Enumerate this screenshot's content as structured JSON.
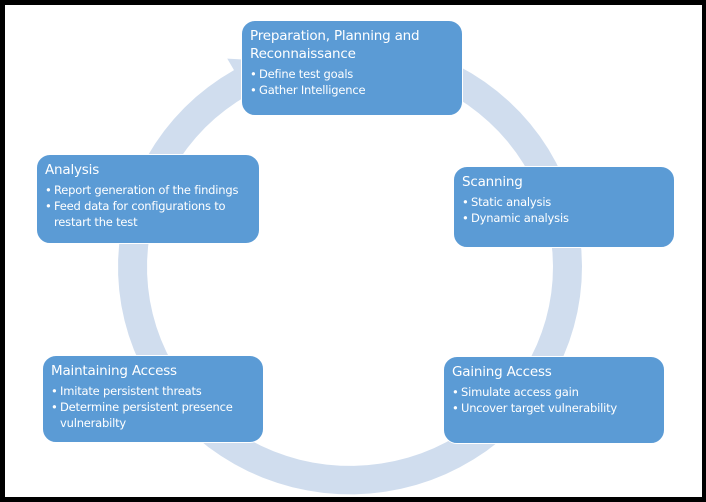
{
  "diagram": {
    "type": "cycle",
    "colors": {
      "node_fill": "#5b9bd5",
      "node_text": "#ffffff",
      "arrow": "#d0ddee",
      "background": "#ffffff",
      "frame": "#000000"
    },
    "nodes": [
      {
        "id": "preparation",
        "title": "Preparation, Planning and Reconnaissance",
        "items": [
          "Define test goals",
          "Gather Intelligence"
        ]
      },
      {
        "id": "scanning",
        "title": "Scanning",
        "items": [
          "Static analysis",
          "Dynamic analysis"
        ]
      },
      {
        "id": "gaining-access",
        "title": "Gaining Access",
        "items": [
          "Simulate  access gain",
          "Uncover target vulnerability"
        ]
      },
      {
        "id": "maintaining-access",
        "title": "Maintaining Access",
        "items": [
          "Imitate persistent threats",
          "Determine  persistent  presence vulnerabilty"
        ]
      },
      {
        "id": "analysis",
        "title": "Analysis",
        "items": [
          "Report generation of the findings",
          "Feed data for configurations to restart the test"
        ]
      }
    ],
    "flow": [
      "preparation",
      "scanning",
      "gaining-access",
      "maintaining-access",
      "analysis",
      "preparation"
    ],
    "direction": "clockwise"
  }
}
